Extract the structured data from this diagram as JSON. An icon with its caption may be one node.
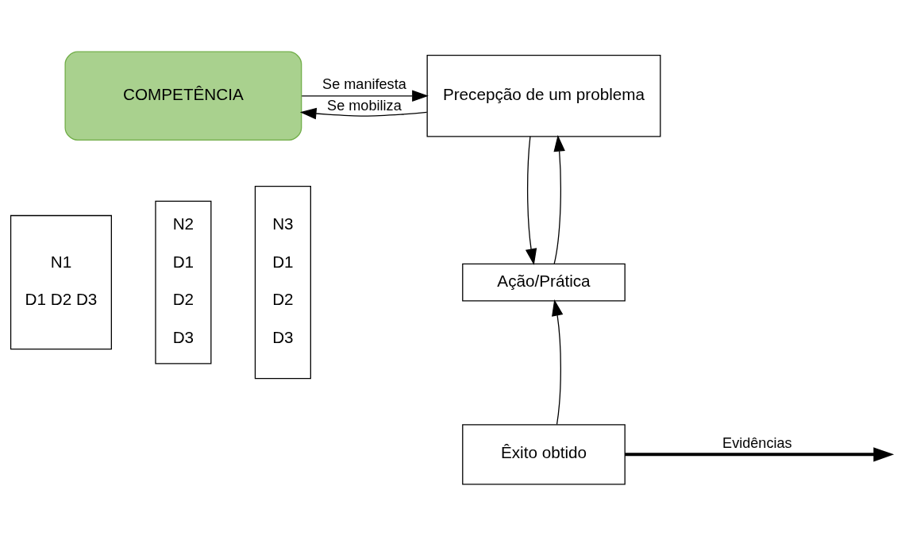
{
  "diagram": {
    "nodes": [
      {
        "text": [
          "COMPETÊNCIA"
        ]
      },
      {
        "text": [
          "Precepção de um problema"
        ]
      },
      {
        "text": [
          "Ação/Prática"
        ]
      },
      {
        "text": [
          "Êxito obtido"
        ]
      },
      {
        "text": [
          "N1",
          "D1 D2 D3"
        ]
      },
      {
        "text": [
          "N2",
          "D1",
          "D2",
          "D3"
        ]
      },
      {
        "text": [
          "N3",
          "D1",
          "D2",
          "D3"
        ]
      }
    ],
    "edges": [
      {
        "from": 1,
        "to": 0,
        "arrow": "to",
        "label": "Se mobiliza"
      },
      {
        "from": 0,
        "to": 1,
        "arrow": "to",
        "label": "Se manifesta"
      },
      {
        "from": 1,
        "to": 2,
        "arrow": "to"
      },
      {
        "from": 2,
        "to": 1,
        "arrow": "to"
      },
      {
        "from": 3,
        "to": 2,
        "arrow": "to"
      },
      {
        "from": 3,
        "to": null,
        "arrow": "to",
        "label": "Evidências",
        "style": "thick"
      }
    ]
  }
}
